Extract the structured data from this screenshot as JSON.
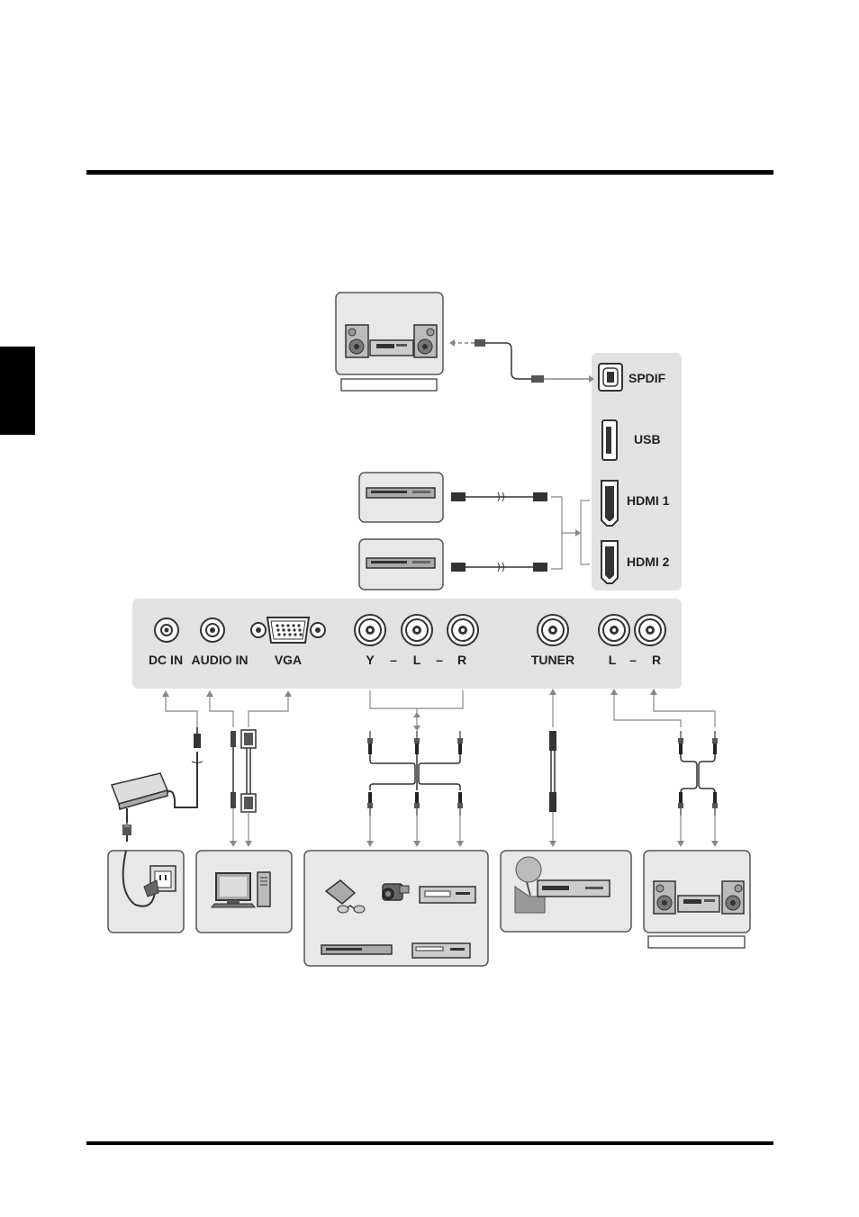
{
  "panel_bottom": {
    "dc_in": "DC IN",
    "audio_in": "AUDIO IN",
    "vga": "VGA",
    "y": "Y",
    "l": "L",
    "r": "R",
    "dash": "–",
    "tuner": "TUNER",
    "audio_out_l": "L",
    "audio_out_r": "R"
  },
  "panel_side": {
    "spdif": "SPDIF",
    "usb": "USB",
    "hdmi1": "HDMI 1",
    "hdmi2": "HDMI 2"
  },
  "colors": {
    "panel": "#e2e2e2",
    "device_box": "#e8e8e8",
    "line": "#888888",
    "rule": "#000000"
  }
}
